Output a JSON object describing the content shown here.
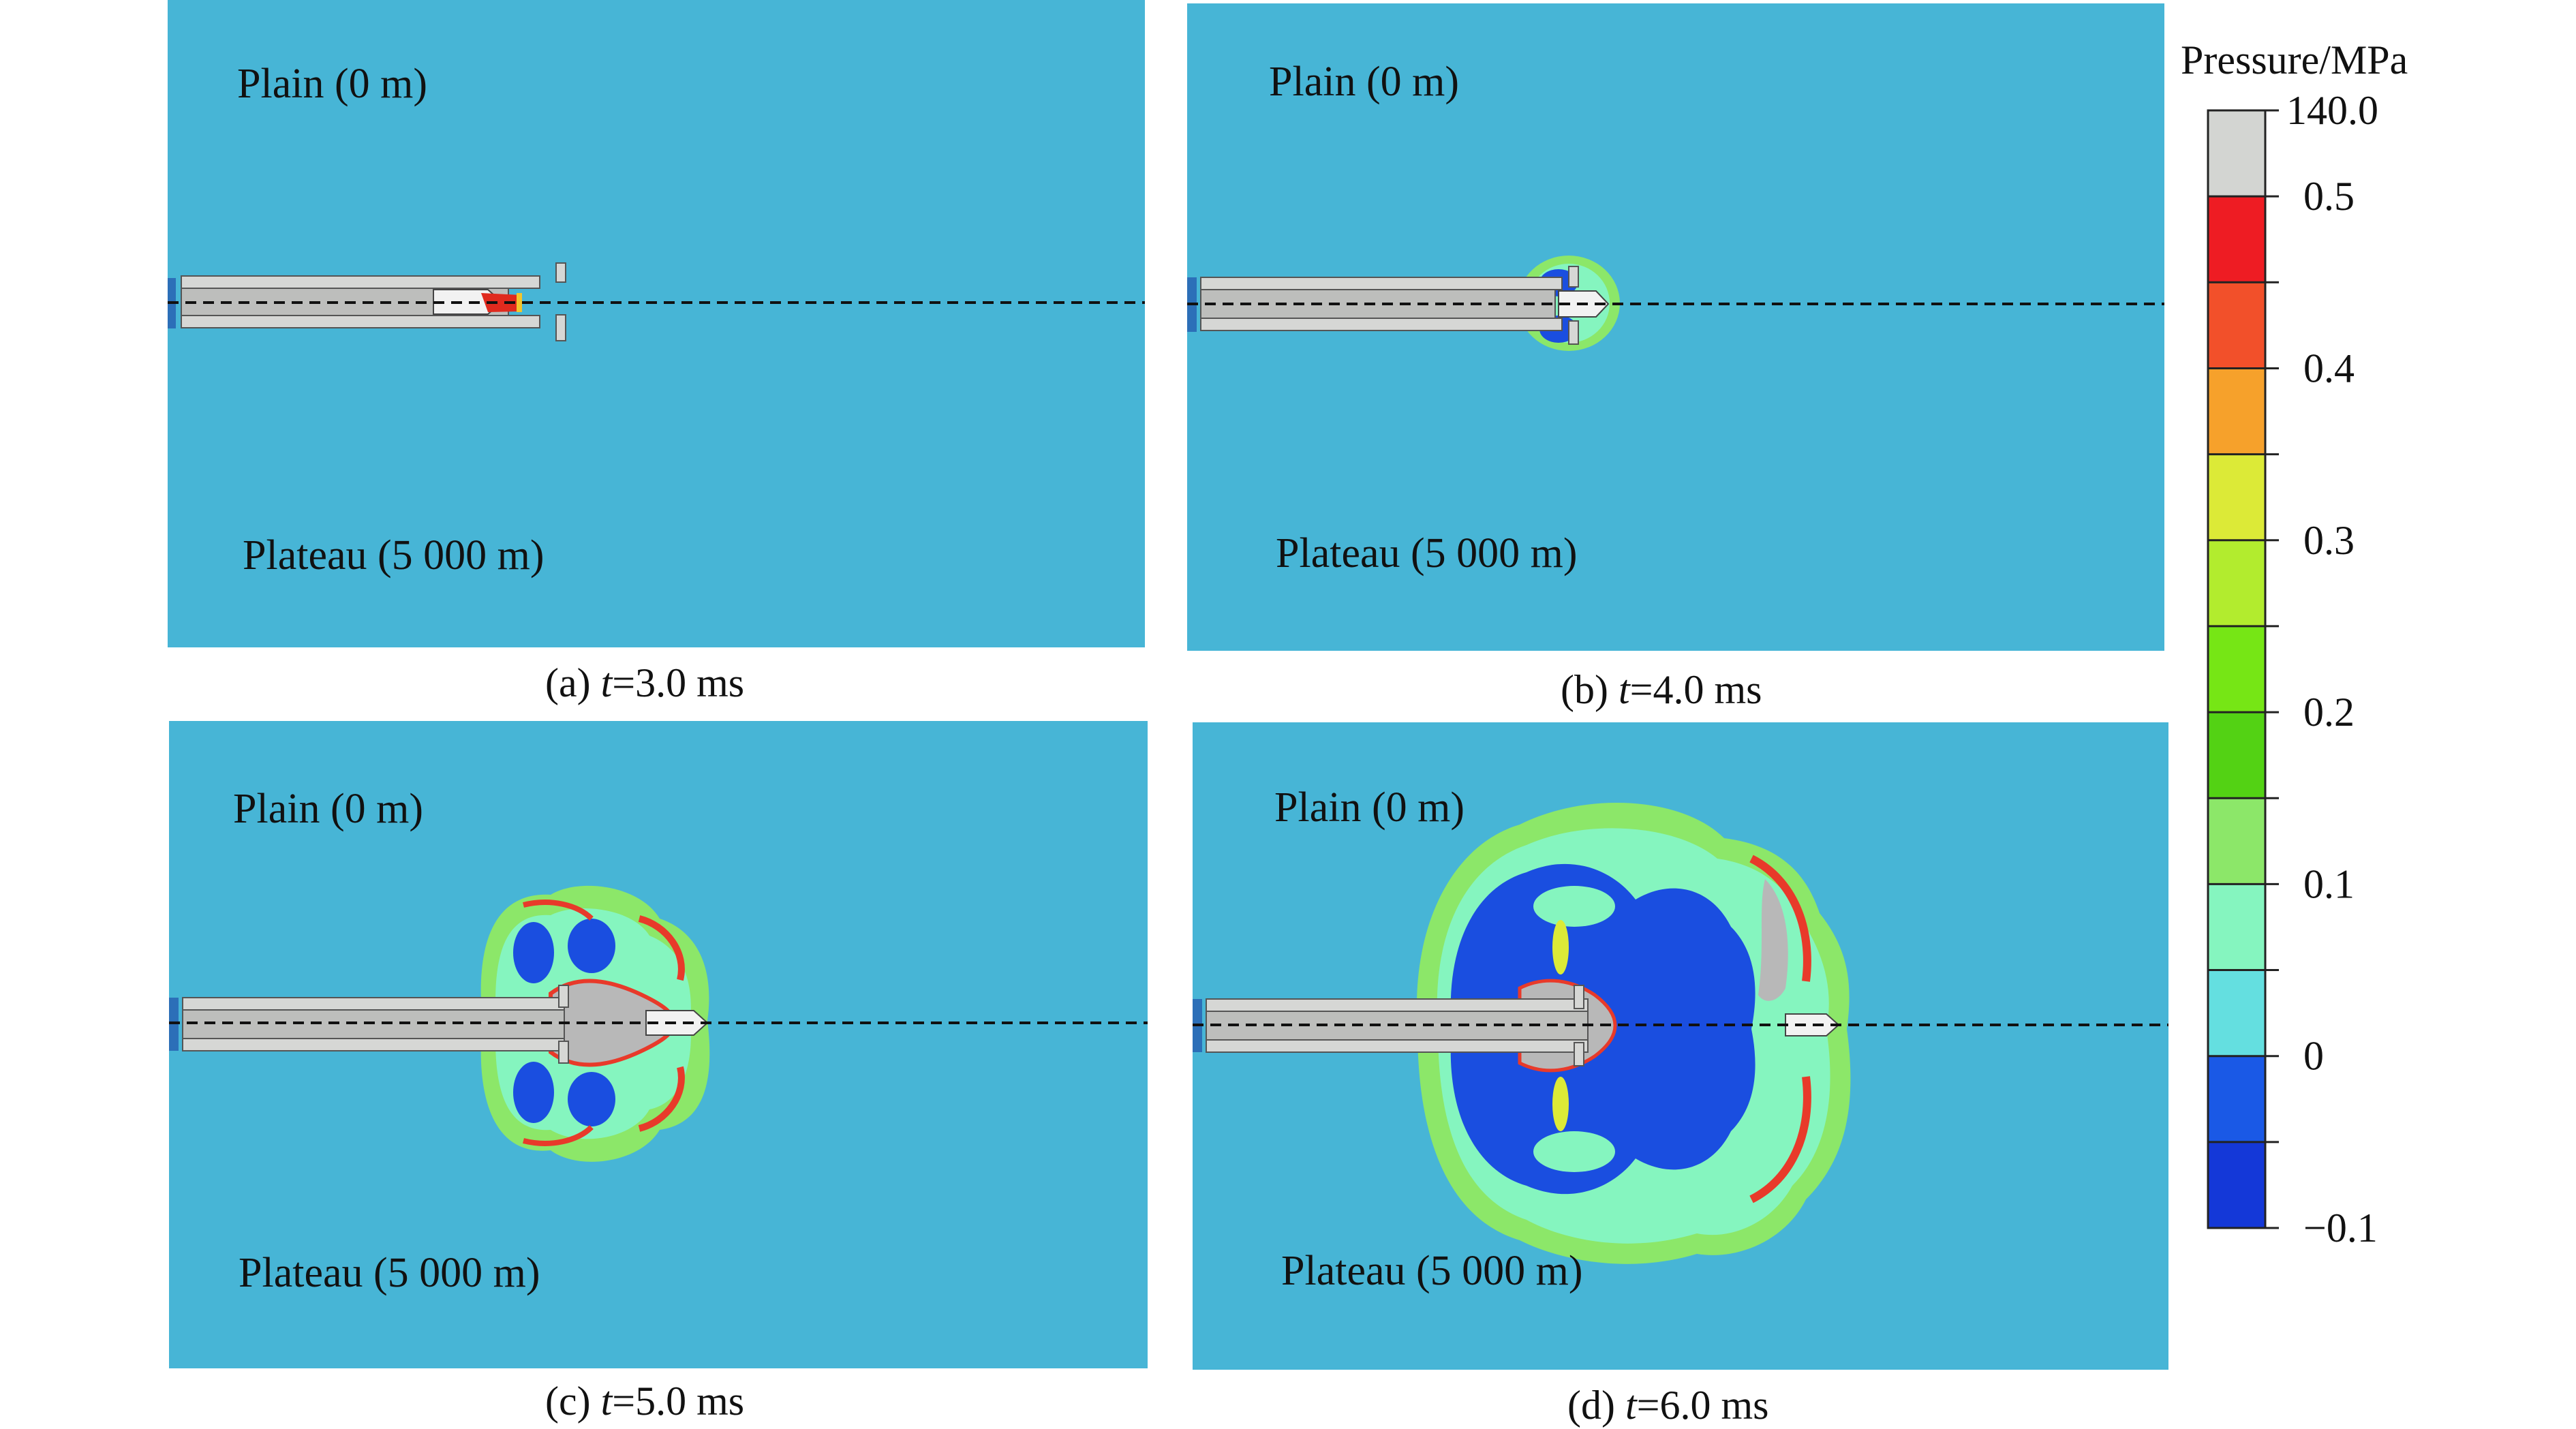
{
  "panels": {
    "a": {
      "top_label": "Plain (0 m)",
      "bottom_label": "Plateau (5 000 m)",
      "caption_prefix": "(a) ",
      "caption_var": "t",
      "caption_rest": "=3.0 ms"
    },
    "b": {
      "top_label": "Plain (0 m)",
      "bottom_label": "Plateau (5 000 m)",
      "caption_prefix": "(b) ",
      "caption_var": "t",
      "caption_rest": "=4.0 ms"
    },
    "c": {
      "top_label": "Plain (0 m)",
      "bottom_label": "Plateau (5 000 m)",
      "caption_prefix": "(c) ",
      "caption_var": "t",
      "caption_rest": "=5.0 ms"
    },
    "d": {
      "top_label": "Plain (0 m)",
      "bottom_label": "Plateau (5 000 m)",
      "caption_prefix": "(d) ",
      "caption_var": "t",
      "caption_rest": "=6.0 ms"
    }
  },
  "legend": {
    "title": "Pressure/MPa",
    "ticks": [
      "140.0",
      "0.5",
      "0.4",
      "0.3",
      "0.2",
      "0.1",
      "0",
      "−0.1"
    ],
    "bands": [
      "#d3d5d2",
      "#ee1c23",
      "#f2502a",
      "#f6a12b",
      "#dcea37",
      "#b2ec2e",
      "#76e615",
      "#53d214",
      "#8ce769",
      "#85f5bf",
      "#64dfe0",
      "#1a59e6",
      "#1438d8"
    ]
  },
  "colors": {
    "background": "#47b5d6",
    "barrel": "#c7c8c6",
    "gas_gray": "#b8b8b8",
    "deep_blue": "#1a4ee0",
    "green": "#8ce769",
    "light_green": "#85f5bf",
    "red": "#e83a2a"
  }
}
